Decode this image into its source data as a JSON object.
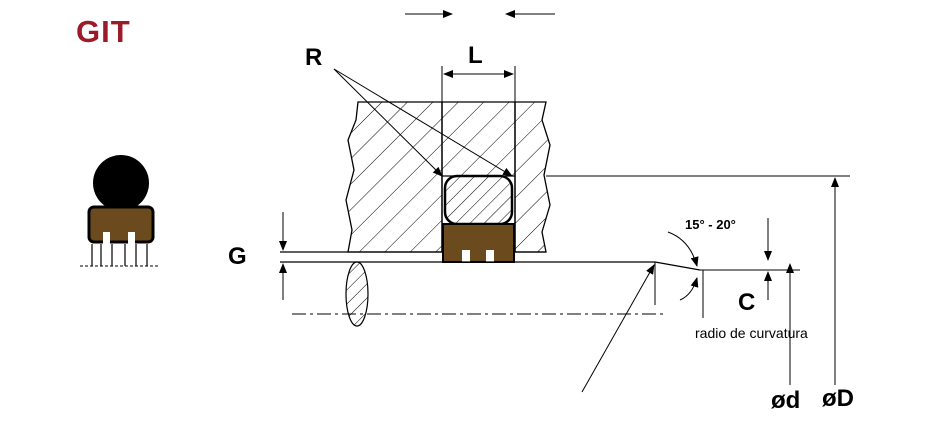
{
  "title": "GIT",
  "labels": {
    "radius": "R",
    "groove_width": "L",
    "gap": "G",
    "chamfer_angle": "15° - 20°",
    "chamfer_length": "C",
    "curvature_note": "radio de curvatura",
    "rod_diameter": "ød",
    "bore_diameter": "øD"
  },
  "colors": {
    "title": "#9b1b2a",
    "seal_body": "#6b4a1e",
    "line": "#000000"
  }
}
